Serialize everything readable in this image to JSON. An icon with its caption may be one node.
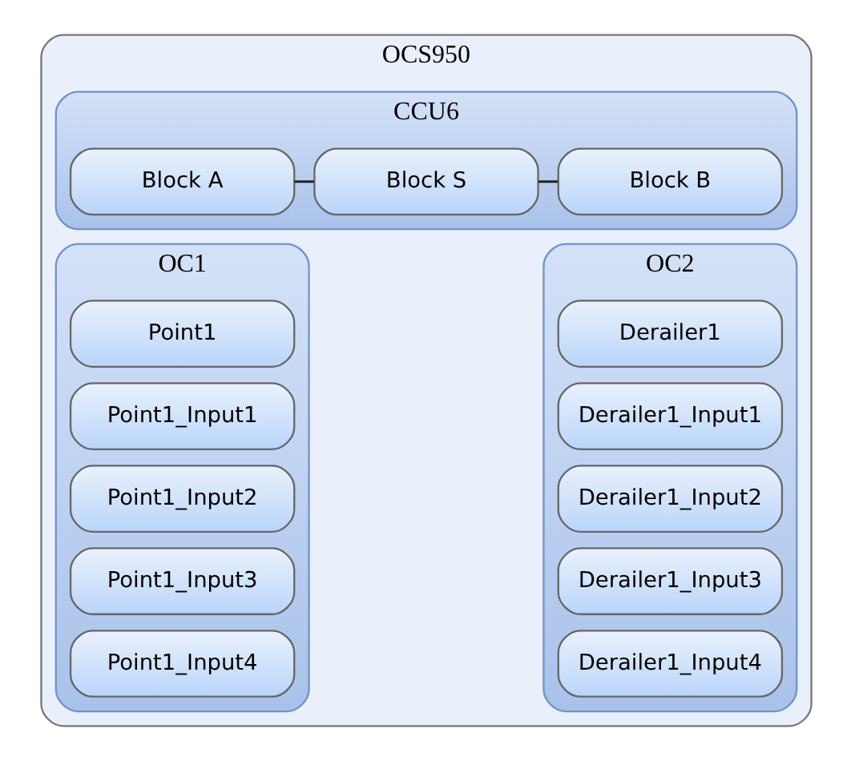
{
  "diagram": {
    "nodes": [
      {
        "text": [
          "OCS950"
        ]
      },
      {
        "text": [
          "CCU6"
        ],
        "in": 0
      },
      {
        "text": [
          "Block A"
        ],
        "in": 1
      },
      {
        "text": [
          "Block S"
        ],
        "in": 1
      },
      {
        "text": [
          "Block B"
        ],
        "in": 1
      },
      {
        "text": [
          "OC1"
        ],
        "in": 0
      },
      {
        "text": [
          "Point1"
        ],
        "in": 5
      },
      {
        "text": [
          "Point1_Input1"
        ],
        "in": 5
      },
      {
        "text": [
          "Point1_Input2"
        ],
        "in": 5
      },
      {
        "text": [
          "Point1_Input3"
        ],
        "in": 5
      },
      {
        "text": [
          "Point1_Input4"
        ],
        "in": 5
      },
      {
        "text": [
          "OC2"
        ],
        "in": 0
      },
      {
        "text": [
          "Derailer1"
        ],
        "in": 11
      },
      {
        "text": [
          "Derailer1_Input1"
        ],
        "in": 11
      },
      {
        "text": [
          "Derailer1_Input2"
        ],
        "in": 11
      },
      {
        "text": [
          "Derailer1_Input3"
        ],
        "in": 11
      },
      {
        "text": [
          "Derailer1_Input4"
        ],
        "in": 11
      }
    ],
    "edges": [
      {
        "from": 2,
        "to": 3,
        "arrow": "none"
      },
      {
        "from": 3,
        "to": 4,
        "arrow": "none"
      }
    ]
  }
}
